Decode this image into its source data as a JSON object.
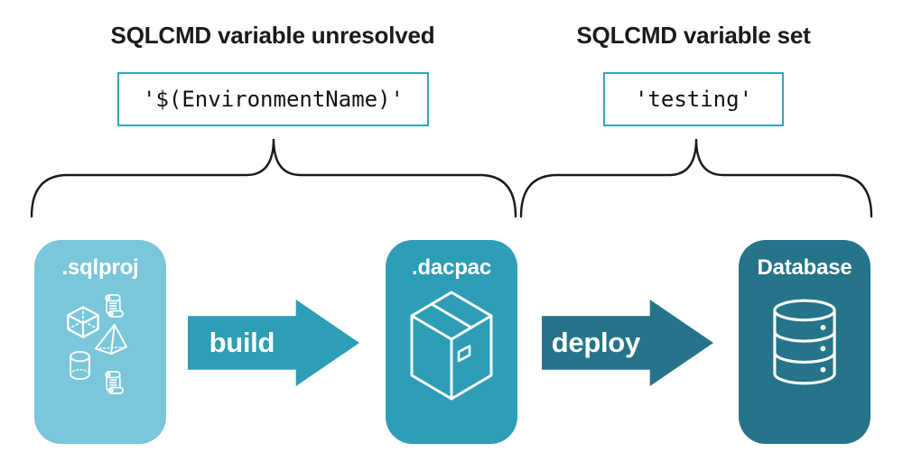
{
  "annotations": {
    "left": {
      "heading": "SQLCMD variable unresolved",
      "value": "'$(EnvironmentName)'"
    },
    "right": {
      "heading": "SQLCMD variable set",
      "value": "'testing'"
    }
  },
  "pipeline": {
    "nodes": [
      {
        "label": ".sqlproj",
        "color": "#7ac6da",
        "icon": "sql-project-objects"
      },
      {
        "label": ".dacpac",
        "color": "#2e9db6",
        "icon": "package-box"
      },
      {
        "label": "Database",
        "color": "#25748a",
        "icon": "database-cylinder"
      }
    ],
    "arrows": [
      {
        "label": "build",
        "color": "#2e9db6"
      },
      {
        "label": "deploy",
        "color": "#25748a"
      }
    ]
  },
  "colors": {
    "background": "#ffffff",
    "heading_text": "#1a1a1a",
    "code_text": "#121212",
    "code_box_border": "#3aa2bd",
    "brace_stroke": "#1a1a1a",
    "icon_stroke": "#ffffff"
  }
}
